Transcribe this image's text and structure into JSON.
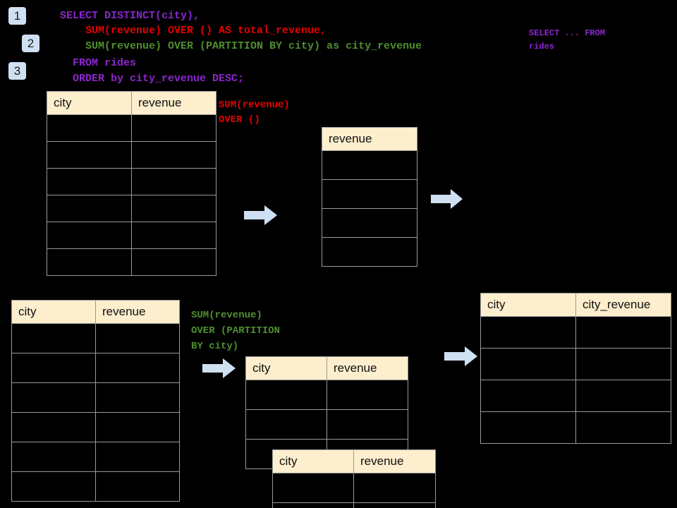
{
  "diagram": {
    "title": "SQL window function execution flow",
    "background": "#000000",
    "accent_badge": "#cfe0f2",
    "header_fill": "#fdeecd",
    "grid_line": "#9a9a9a"
  },
  "badges": [
    {
      "label": "1"
    },
    {
      "label": "2"
    },
    {
      "label": "3"
    }
  ],
  "sql": {
    "lines": [
      {
        "text": "SELECT DISTINCT(city),",
        "color": "#8c26d0"
      },
      {
        "text": "    SUM(revenue) OVER () AS total_revenue,",
        "color": "#e60000"
      },
      {
        "text": "    SUM(revenue) OVER (PARTITION BY city) as city_revenue",
        "color": "#4f8f2f"
      },
      {
        "text": "  FROM rides",
        "color": "#8c26d0"
      },
      {
        "text": "  ORDER by city_revenue DESC;",
        "color": "#8c26d0"
      }
    ]
  },
  "callouts": {
    "select_from": {
      "line1": "SELECT ... FROM",
      "line2": "rides",
      "color": "#8c26d0"
    },
    "sum_over_empty": {
      "line1": "SUM(revenue)",
      "line2": "OVER ()",
      "color": "#e60000"
    },
    "sum_over_partition": {
      "line1": "SUM(revenue)",
      "line2": "OVER (PARTITION",
      "line3": "BY city)",
      "color": "#4f8f2f"
    }
  },
  "tables": {
    "rides_source": {
      "name": "rides-source-table",
      "columns": [
        "city",
        "revenue"
      ],
      "row_count": 6,
      "rows": [
        [
          "",
          ""
        ],
        [
          "",
          ""
        ],
        [
          "",
          ""
        ],
        [
          "",
          ""
        ],
        [
          "",
          ""
        ],
        [
          "",
          ""
        ]
      ]
    },
    "total_revenue": {
      "name": "total-revenue-table",
      "columns": [
        "revenue"
      ],
      "row_count": 4,
      "rows": [
        [
          ""
        ],
        [
          ""
        ],
        [
          ""
        ],
        [
          ""
        ]
      ]
    },
    "rides_source_2": {
      "name": "rides-source-table-2",
      "columns": [
        "city",
        "revenue"
      ],
      "row_count": 6,
      "rows": [
        [
          "",
          ""
        ],
        [
          "",
          ""
        ],
        [
          "",
          ""
        ],
        [
          "",
          ""
        ],
        [
          "",
          ""
        ],
        [
          "",
          ""
        ]
      ]
    },
    "partition_back": {
      "name": "partition-group-table-back",
      "columns": [
        "city",
        "revenue"
      ],
      "row_count": 3,
      "rows": [
        [
          "",
          ""
        ],
        [
          "",
          ""
        ],
        [
          "",
          ""
        ]
      ]
    },
    "partition_front": {
      "name": "partition-group-table-front",
      "columns": [
        "city",
        "revenue"
      ],
      "row_count": 2,
      "rows": [
        [
          "",
          ""
        ],
        [
          "",
          ""
        ]
      ]
    },
    "city_revenue_result": {
      "name": "city-revenue-result-table",
      "columns": [
        "city",
        "city_revenue"
      ],
      "row_count": 4,
      "rows": [
        [
          "",
          ""
        ],
        [
          "",
          ""
        ],
        [
          "",
          ""
        ],
        [
          "",
          ""
        ]
      ]
    }
  },
  "arrows": [
    {
      "name": "arrow-source-to-total",
      "direction": "right"
    },
    {
      "name": "arrow-total-to-result",
      "direction": "right"
    },
    {
      "name": "arrow-source2-to-partition",
      "direction": "right"
    },
    {
      "name": "arrow-partition-to-result",
      "direction": "right"
    }
  ]
}
